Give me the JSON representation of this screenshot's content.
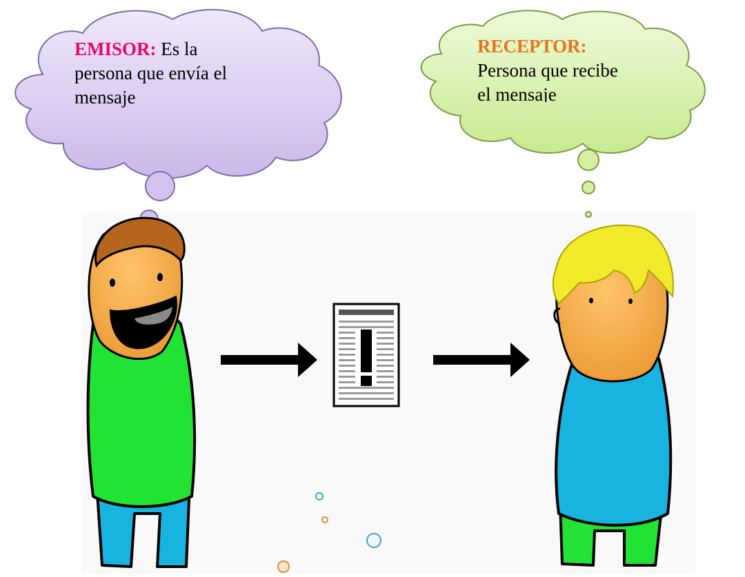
{
  "emisor": {
    "heading": "EMISOR:",
    "text_line1": "Es la",
    "text_line2": "persona que envía el",
    "text_line3": "mensaje",
    "heading_color": "#e6086f",
    "cloud_color": "#d8c9ef"
  },
  "receptor": {
    "heading": "RECEPTOR:",
    "text_line1": "Persona que recibe",
    "text_line2": "el mensaje",
    "heading_color": "#e4761a",
    "cloud_color": "#d6f0a4"
  },
  "icons": {
    "sender": "boy-brown-hair-smiling-icon",
    "receiver": "boy-blonde-hair-icon",
    "message": "document-exclamation-icon",
    "arrows": "right-arrow-icon"
  },
  "colors": {
    "sender_shirt": "#22e233",
    "sender_pants": "#19b3e0",
    "receiver_shirt": "#19b3e0",
    "receiver_pants": "#22e233",
    "skin": "#f2a644"
  }
}
